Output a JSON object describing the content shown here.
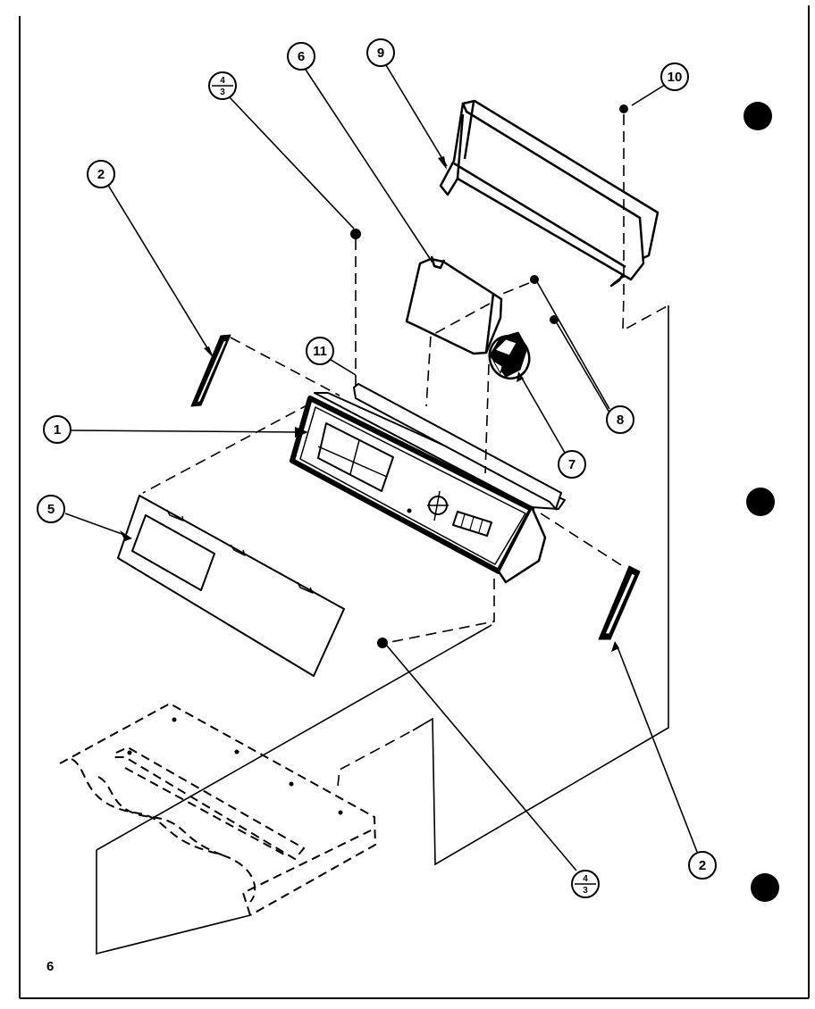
{
  "diagram": {
    "callouts": [
      {
        "id": "c1",
        "label": "1"
      },
      {
        "id": "c2a",
        "label": "2"
      },
      {
        "id": "c2b",
        "label": "2"
      },
      {
        "id": "c5",
        "label": "5"
      },
      {
        "id": "c6",
        "label": "6"
      },
      {
        "id": "c7",
        "label": "7"
      },
      {
        "id": "c8",
        "label": "8"
      },
      {
        "id": "c9",
        "label": "9"
      },
      {
        "id": "c10",
        "label": "10"
      },
      {
        "id": "c11",
        "label": "11"
      }
    ],
    "fraction_callouts": [
      {
        "id": "f1",
        "top": "4",
        "bottom": "3"
      },
      {
        "id": "f2",
        "top": "4",
        "bottom": "3"
      }
    ],
    "page_number": "6"
  }
}
